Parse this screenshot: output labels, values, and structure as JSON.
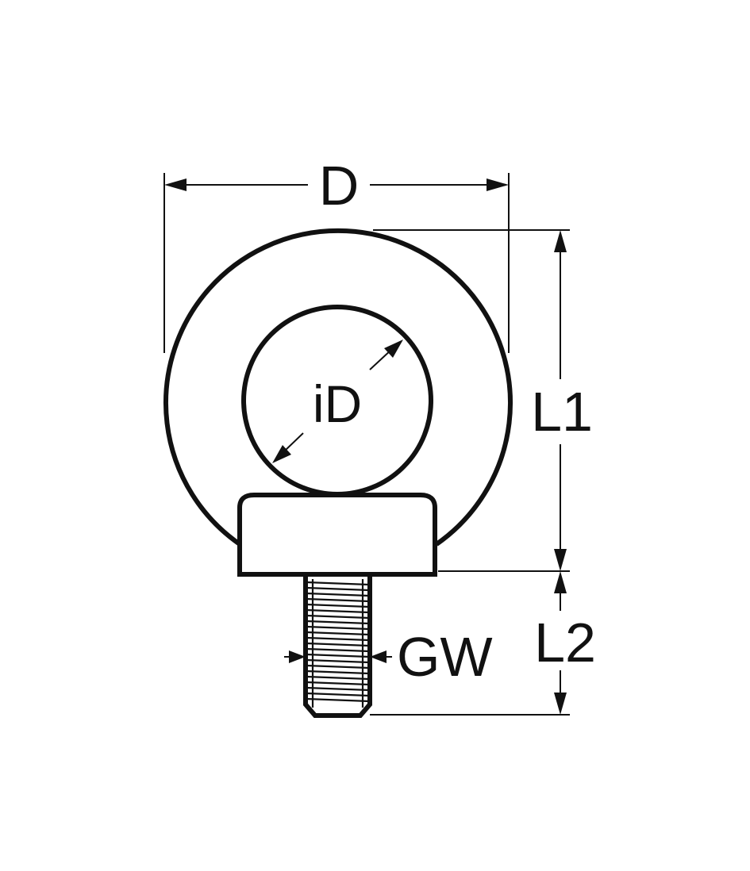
{
  "diagram": {
    "labels": {
      "outer_diameter": "D",
      "inner_diameter": "iD",
      "overall_length": "L1",
      "thread_length": "L2",
      "thread_size": "GW"
    },
    "colors": {
      "line": "#111111",
      "background": "#ffffff"
    }
  }
}
